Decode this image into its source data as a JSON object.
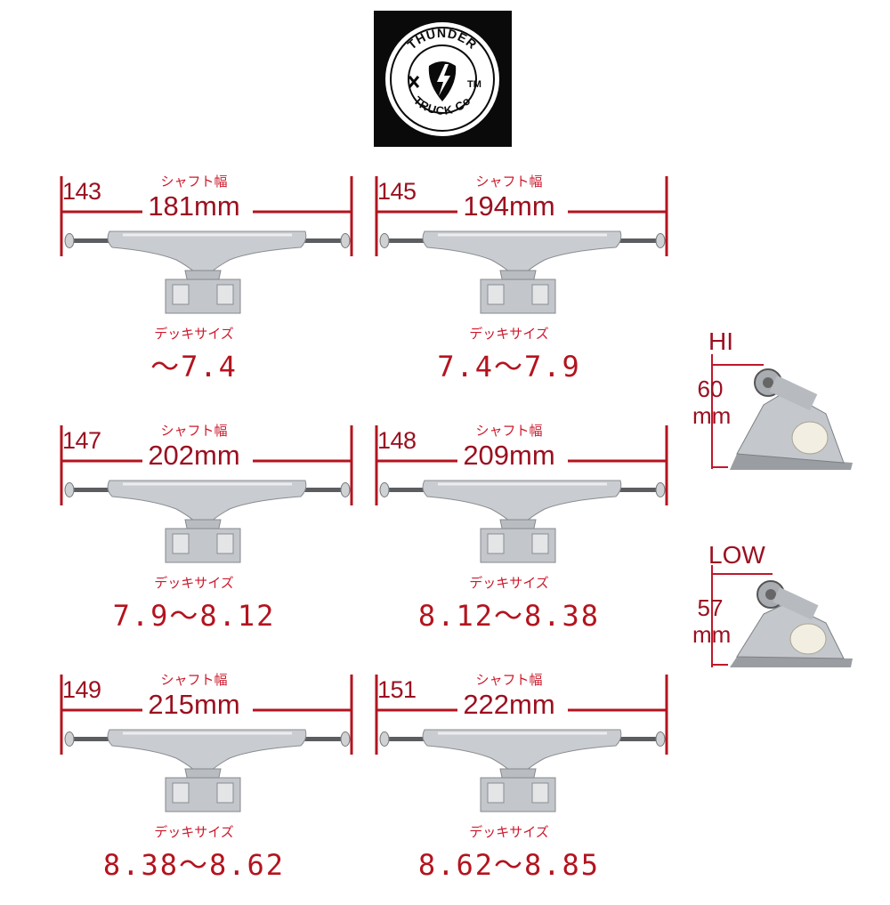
{
  "logo": {
    "brand_top": "THUNDER",
    "brand_bottom": "TRUCK Co",
    "trademark": "TM"
  },
  "labels": {
    "axle_width": "シャフト幅",
    "deck_size": "デッキサイズ"
  },
  "trucks": [
    {
      "model": "143",
      "width": "181mm",
      "deck": "～7.4"
    },
    {
      "model": "145",
      "width": "194mm",
      "deck": "7.4～7.9"
    },
    {
      "model": "147",
      "width": "202mm",
      "deck": "7.9～8.12"
    },
    {
      "model": "148",
      "width": "209mm",
      "deck": "8.12～8.38"
    },
    {
      "model": "149",
      "width": "215mm",
      "deck": "8.38～8.62"
    },
    {
      "model": "151",
      "width": "222mm",
      "deck": "8.62～8.85"
    }
  ],
  "heights": [
    {
      "name": "HI",
      "value_num": "60",
      "value_unit": "mm"
    },
    {
      "name": "LOW",
      "value_num": "57",
      "value_unit": "mm"
    }
  ]
}
